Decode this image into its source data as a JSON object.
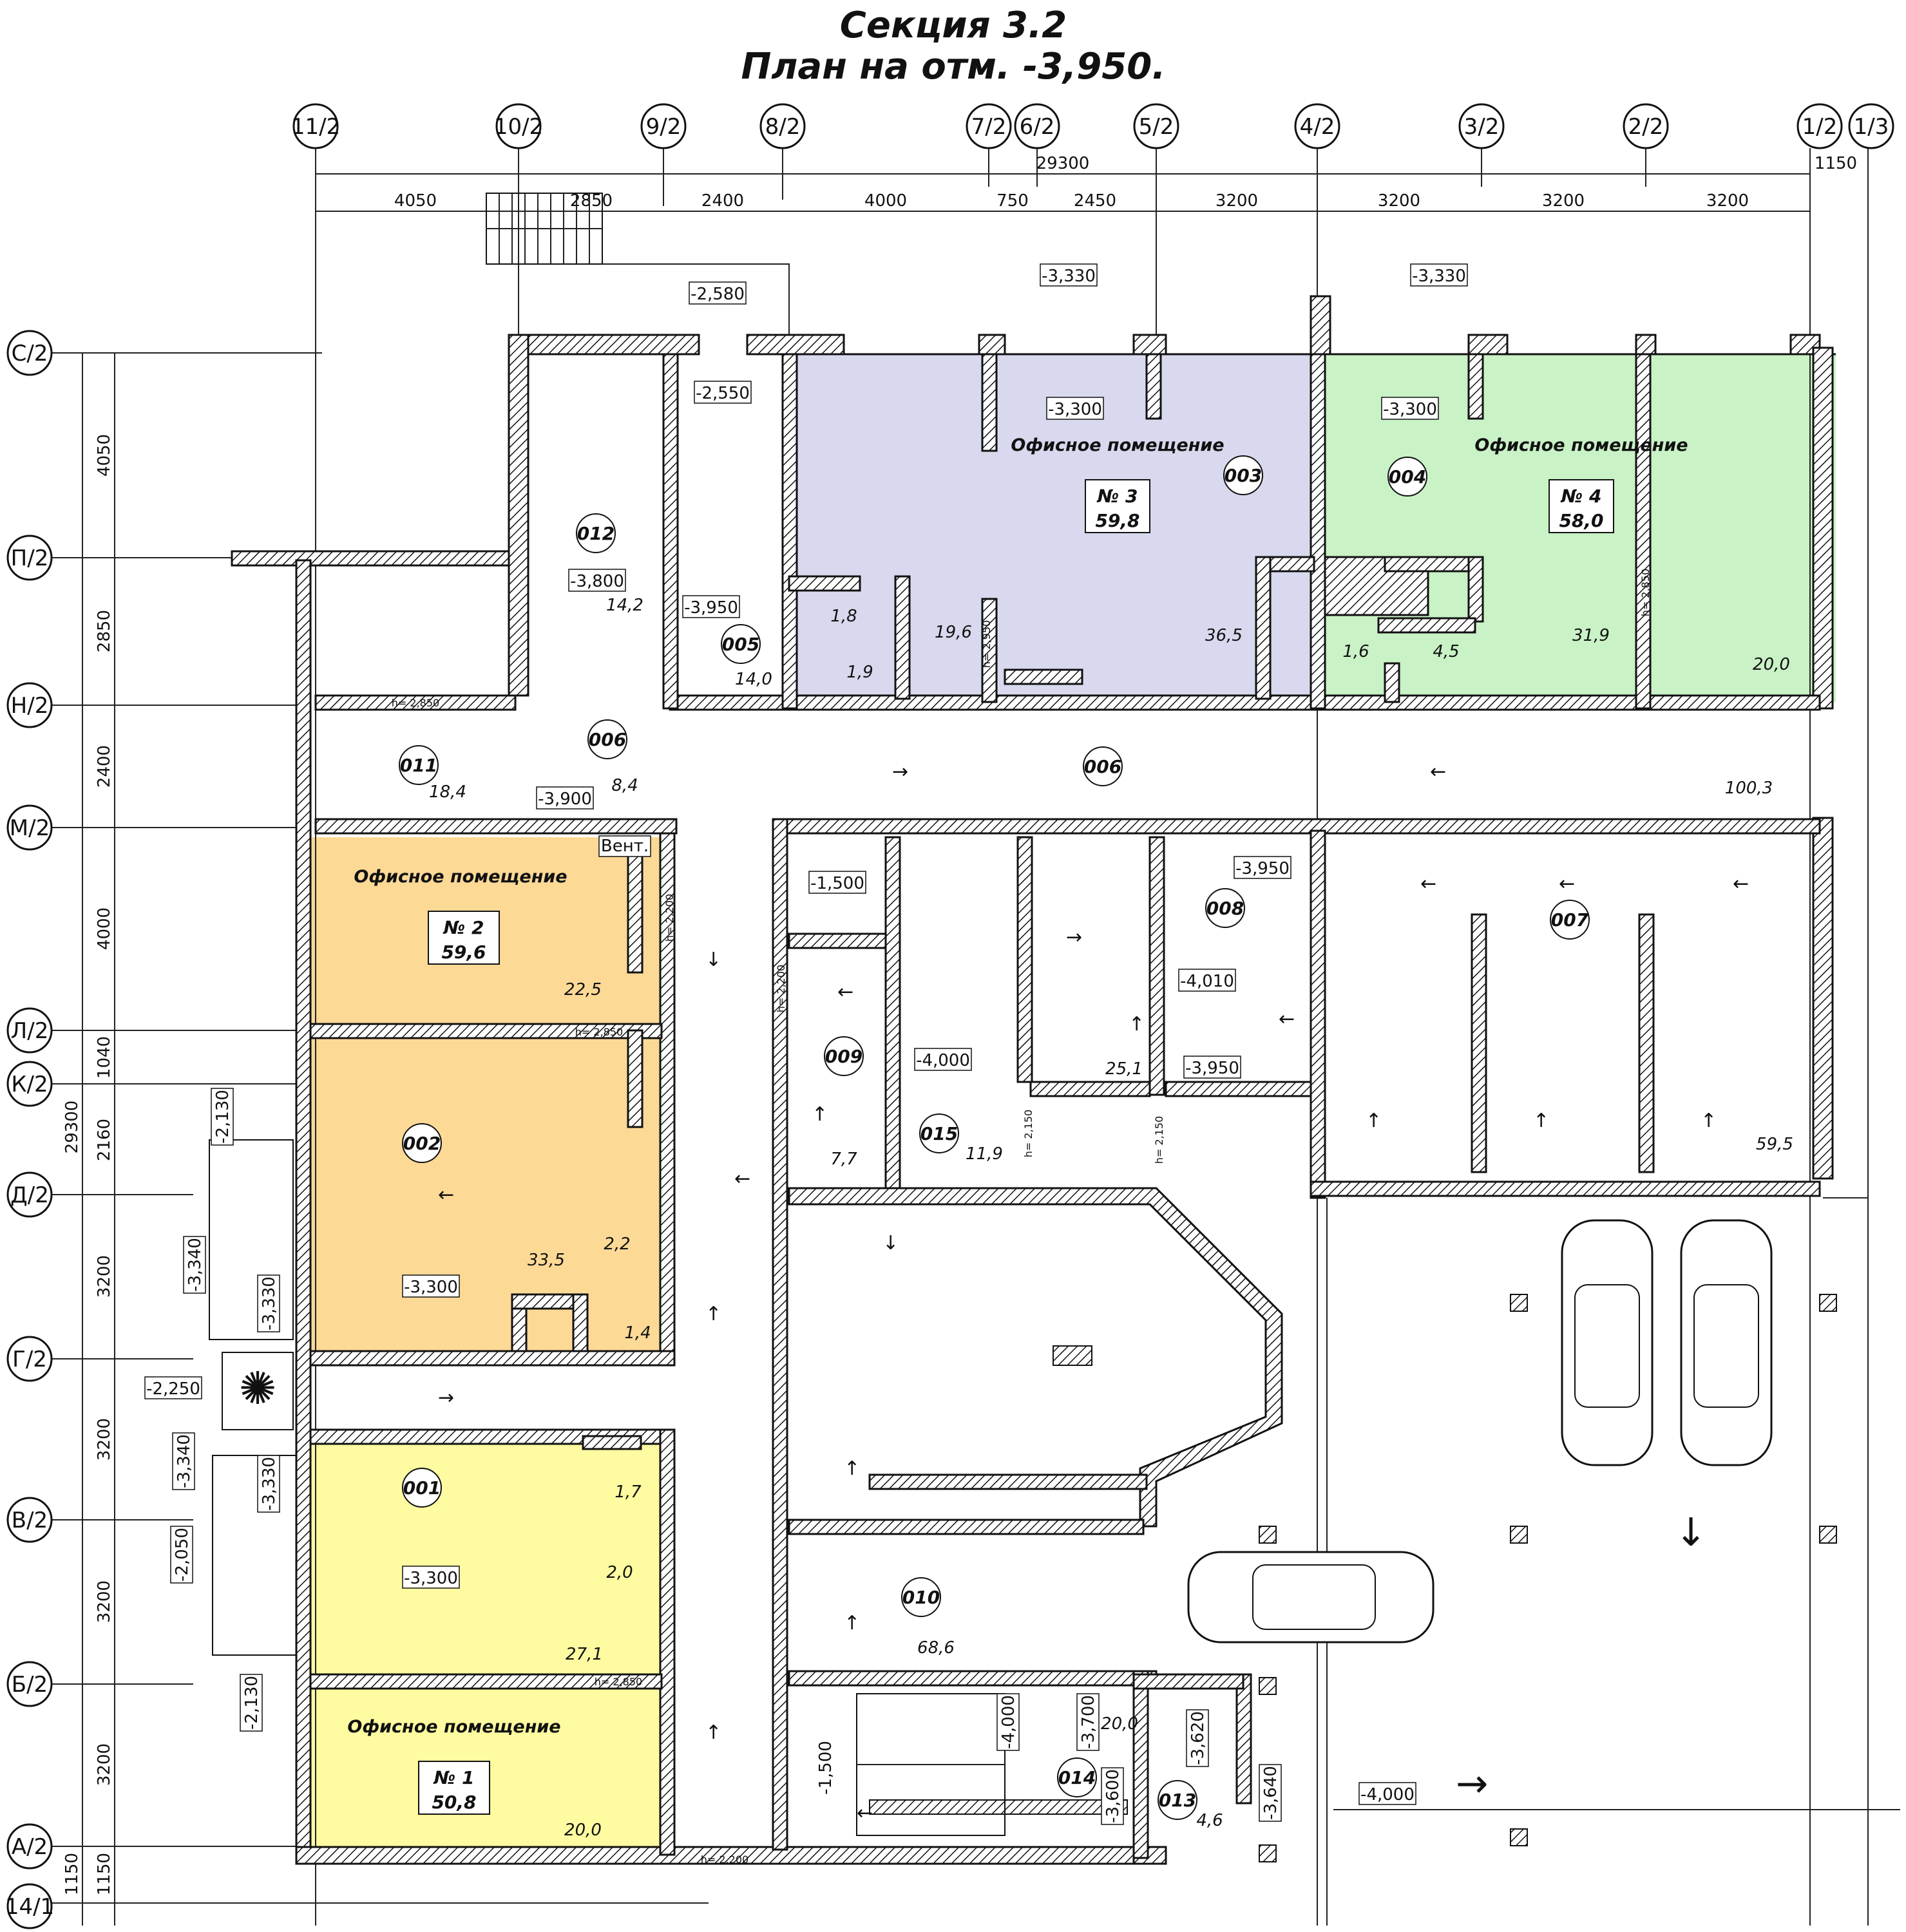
{
  "title": {
    "line1": "Секция 3.2",
    "line2": "План на отм. -3,950."
  },
  "colors": {
    "office_1": "#fefba0",
    "office_2": "#fdd996",
    "office_3": "#d8d8ee",
    "office_4": "#c9f2c6",
    "wall": "#111111"
  },
  "axes_top": [
    "11/2",
    "10/2",
    "9/2",
    "8/2",
    "7/2",
    "6/2",
    "5/2",
    "4/2",
    "3/2",
    "2/2",
    "1/2",
    "1/3"
  ],
  "axes_left": [
    "С/2",
    "П/2",
    "Н/2",
    "М/2",
    "Л/2",
    "К/2",
    "Д/2",
    "Г/2",
    "В/2",
    "Б/2",
    "А/2",
    "14/1"
  ],
  "dims_top": {
    "total": "29300",
    "right": "1150",
    "segments": [
      "4050",
      "2850",
      "2400",
      "4000",
      "750",
      "2450",
      "3200",
      "3200",
      "3200",
      "3200"
    ]
  },
  "dims_left": {
    "total": "29300",
    "segments": [
      "4050",
      "2850",
      "2400",
      "4000",
      "1040",
      "2160",
      "3200",
      "3200",
      "3200",
      "3200",
      "1150",
      "1150"
    ]
  },
  "rooms": {
    "office_label": "Офисное помещение",
    "office_1": {
      "no": "№ 1",
      "area": "50,8",
      "code": "001"
    },
    "office_2": {
      "no": "№ 2",
      "area": "59,6",
      "code": "002"
    },
    "office_3": {
      "no": "№ 3",
      "area": "59,8",
      "code": "003"
    },
    "office_4": {
      "no": "№ 4",
      "area": "58,0",
      "code": "004"
    },
    "codes": [
      "005",
      "006",
      "006",
      "007",
      "008",
      "009",
      "010",
      "011",
      "012",
      "013",
      "014",
      "015"
    ]
  },
  "areas": [
    "19,6",
    "1,8",
    "1,9",
    "36,5",
    "1,6",
    "4,5",
    "31,9",
    "20,0",
    "14,2",
    "14,0",
    "18,4",
    "8,4",
    "100,3",
    "22,5",
    "25,1",
    "59,5",
    "33,5",
    "2,2",
    "1,4",
    "7,7",
    "11,9",
    "1,7",
    "2,0",
    "27,1",
    "68,6",
    "20,0",
    "20,0",
    "4,6"
  ],
  "levels": [
    "-2,580",
    "-2,550",
    "-3,330",
    "-3,330",
    "-3,300",
    "-3,300",
    "-3,800",
    "-3,950",
    "-3,900",
    "-1,500",
    "-3,950",
    "-4,010",
    "-3,950",
    "-4,000",
    "-2,130",
    "-3,340",
    "-3,330",
    "-3,300",
    "-2,250",
    "-3,340",
    "-3,330",
    "-2,050",
    "-3,300",
    "-2,130",
    "-1,500",
    "-4,000",
    "-3,700",
    "-3,600",
    "-3,620",
    "-3,640",
    "-4,000"
  ],
  "heights": [
    "h= 2,850",
    "h= 2,950",
    "h= 2,850",
    "h= 2,200",
    "h= 2,850",
    "h= 2,200",
    "h= 2,150",
    "h= 2,150",
    "h= 2,850",
    "h= 2,200"
  ],
  "labels": {
    "vent": "Вент."
  }
}
